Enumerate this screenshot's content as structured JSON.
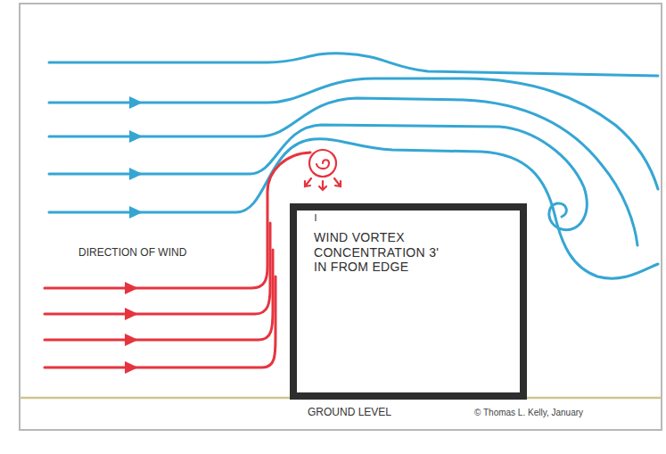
{
  "diagram": {
    "nodes": [
      {
        "text": [
          "WIND VORTEX CONCENTRATION 3' IN FROM EDGE"
        ]
      }
    ],
    "labels": [
      "DIRECTION OF WIND",
      "GROUND LEVEL",
      "© Thomas L. Kelly, January"
    ]
  }
}
